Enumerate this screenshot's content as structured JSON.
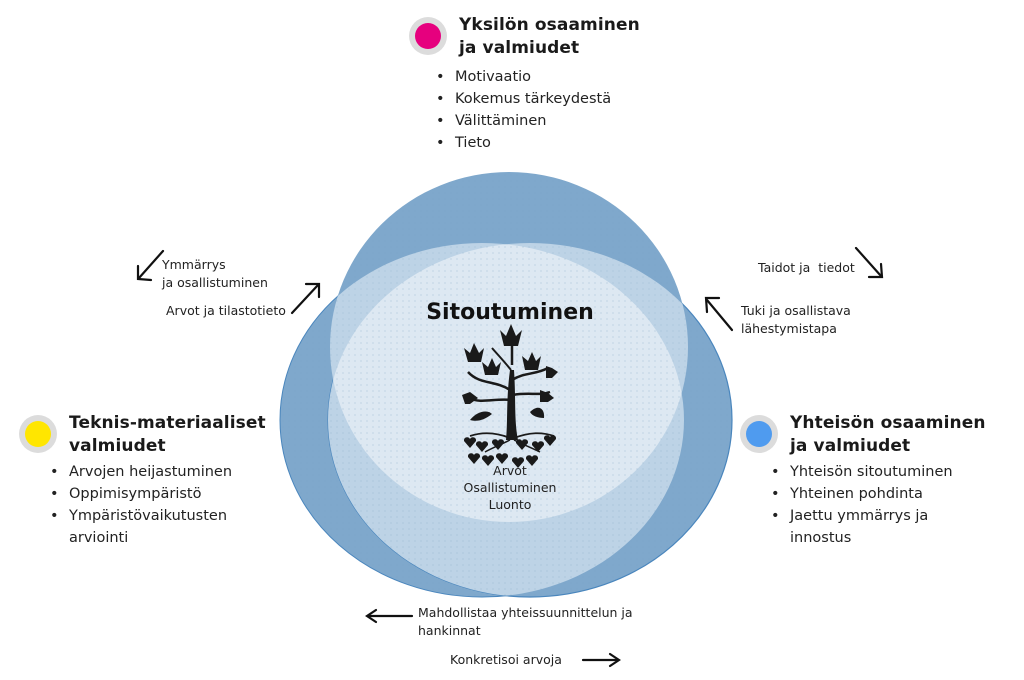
{
  "center": {
    "title": "Sitoutuminen",
    "icon": "tree-with-tulips-and-hearts-icon",
    "values": [
      "Arvot",
      "Osallistuminen",
      "Luonto"
    ]
  },
  "groups": {
    "top": {
      "title_line1": "Yksilön osaaminen",
      "title_line2": "ja valmiudet",
      "dot_color": "#e6007e",
      "items": [
        "Motivaatio",
        "Kokemus tärkeydestä",
        "Välittäminen",
        "Tieto"
      ]
    },
    "left": {
      "title_line1": "Teknis-materiaaliset",
      "title_line2": "valmiudet",
      "dot_color": "#ffe600",
      "items": [
        "Arvojen heijastuminen",
        "Oppimisympäristö",
        "Ympäristövaikutusten",
        "arviointi"
      ]
    },
    "right": {
      "title_line1": "Yhteisön osaaminen",
      "title_line2": "ja valmiudet",
      "dot_color": "#4f9bef",
      "items": [
        "Yhteisön sitoutuminen",
        "Yhteinen pohdinta",
        "Jaettu ymmärrys ja",
        "innostus"
      ]
    }
  },
  "arrows": {
    "ymmarrys": {
      "line1": "Ymmärrys",
      "line2": "ja osallistuminen",
      "direction": "down-left"
    },
    "arvot": {
      "text": "Arvot ja tilastotieto",
      "direction": "up-right"
    },
    "taidot": {
      "text": "Taidot ja  tiedot",
      "direction": "down-right"
    },
    "tuki": {
      "line1": "Tuki ja osallistava",
      "line2": "lähestymistapa",
      "direction": "up-left"
    },
    "mahdollistaa": {
      "line1": "Mahdollistaa yhteissuunnittelun ja",
      "line2": "hankinnat",
      "direction": "left"
    },
    "konkretisoi": {
      "text": "Konkretisoi arvoja",
      "direction": "right"
    }
  },
  "colors": {
    "circle_fill": "#7fa8cc",
    "overlap_two": "#bdd3e6",
    "overlap_three": "#dde8f2",
    "circle_edge": "#4a86bd"
  }
}
